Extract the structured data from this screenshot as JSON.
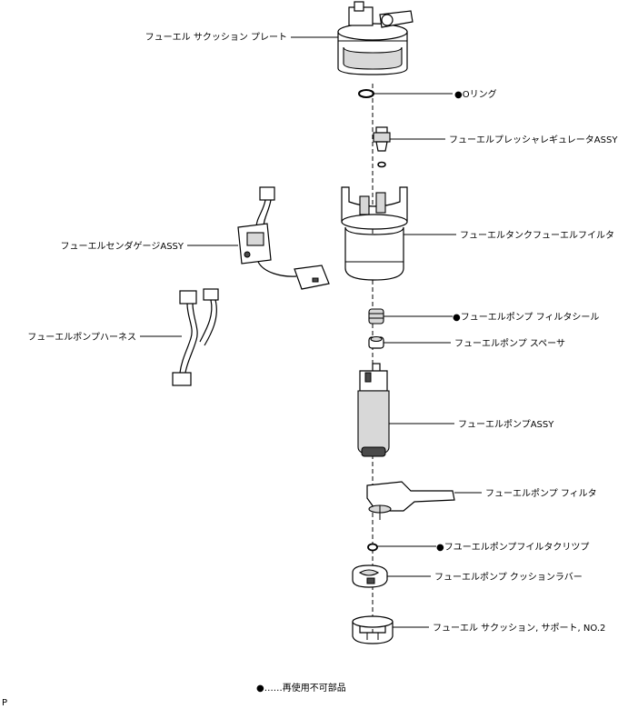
{
  "parts": {
    "suction_plate": "フューエル サクッション プレート",
    "o_ring": "●Oリング",
    "pressure_regulator": "フューエルプレッシャレギュレータASSY",
    "tank_filter": "フューエルタンクフューエルフイルタ",
    "sender_gauge": "フューエルセンダゲージASSY",
    "pump_filter_seal": "●フューエルポンプ フィルタシール",
    "pump_harness": "フューエルポンプハーネス",
    "pump_spacer": "フューエルポンプ スペーサ",
    "pump_assy": "フューエルポンプASSY",
    "pump_filter": "フューエルポンプ フィルタ",
    "filter_clip": "●フユーエルポンプフイルタクリツプ",
    "cushion_rubber": "フューエルポンプ クッションラバー",
    "suction_support": "フューエル サクッション, サポート, NO.2"
  },
  "legend": "●……再使用不可部品",
  "corner_mark": "P"
}
